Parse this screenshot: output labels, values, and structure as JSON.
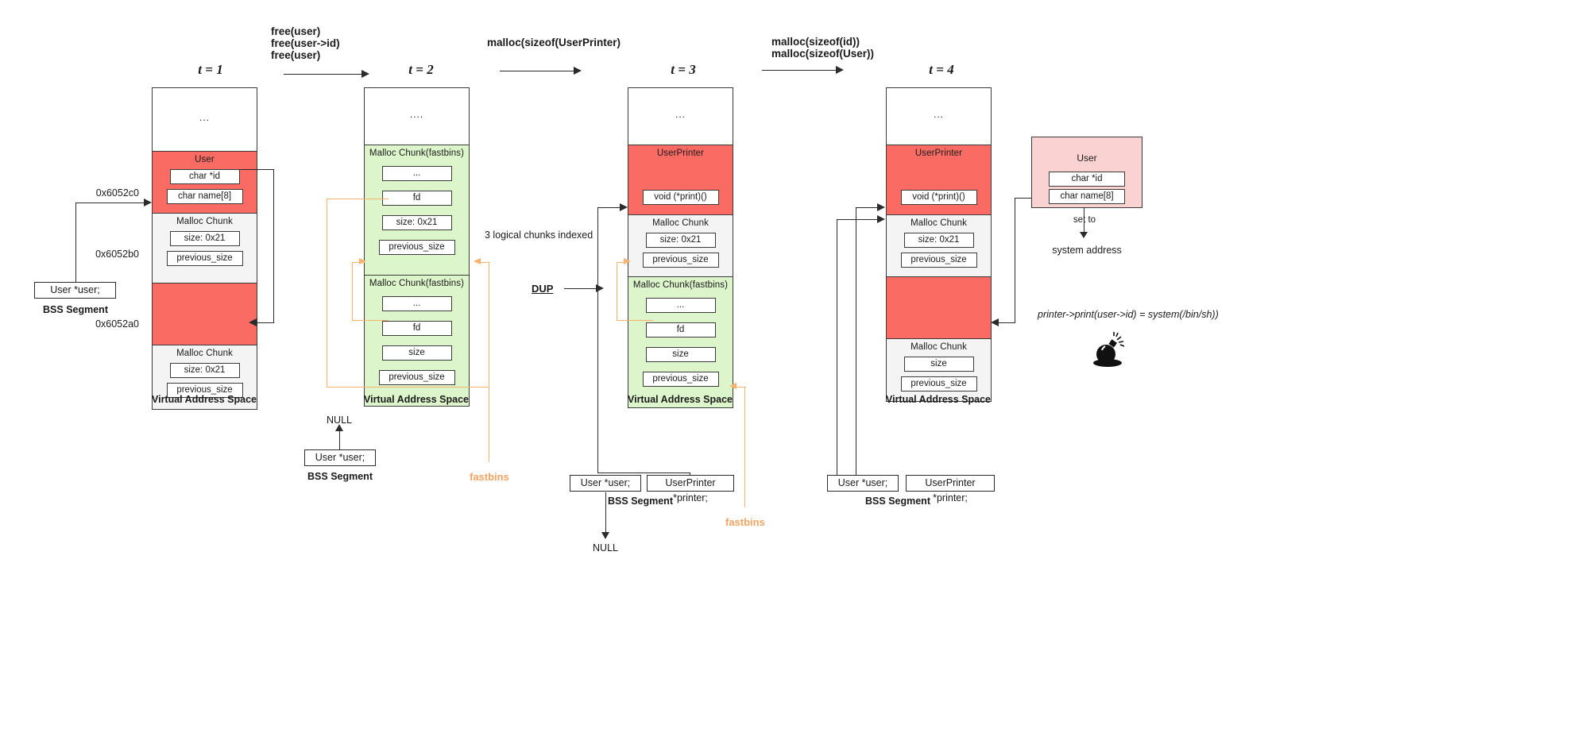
{
  "diagram": {
    "title_t1": "t = 1",
    "title_t2": "t = 2",
    "title_t3": "t = 3",
    "title_t4": "t = 4",
    "colors": {
      "allocated": "#fa6b64",
      "chunk_header": "#f4f4f4",
      "freed_fastbin": "#ddf5cb",
      "fastbins_accent": "#f7b26c",
      "user_highlight": "#fbd2d2"
    },
    "operations": [
      {
        "id": "op1",
        "lines": [
          "free(user)",
          "free(user->id)",
          "free(user)"
        ]
      },
      {
        "id": "op2",
        "lines": [
          "malloc(sizeof(UserPrinter)"
        ]
      },
      {
        "id": "op3",
        "lines": [
          "malloc(sizeof(id))",
          "malloc(sizeof(User))"
        ]
      }
    ],
    "vas_label": "Virtual Address Space",
    "bss_label": "BSS Segment",
    "fastbins_label": "fastbins",
    "null_label": "NULL",
    "dup_label": "DUP",
    "three_chunks_note": "3 logical chunks indexed",
    "set_to_label": "set to",
    "system_address_label": "system address",
    "exploit_expression": "printer->print(user->id) = system(/bin/sh))"
  },
  "t1": {
    "addresses": [
      "0x6052c0",
      "0x6052b0",
      "0x6052a0"
    ],
    "segments": [
      {
        "kind": "white",
        "cap": "",
        "fields": [],
        "dots": "..."
      },
      {
        "kind": "red",
        "cap": "User",
        "fields": [
          "char *id",
          "char name[8]"
        ]
      },
      {
        "kind": "grey",
        "cap": "Malloc Chunk",
        "fields": [
          "size: 0x21",
          "previous_size"
        ]
      },
      {
        "kind": "red",
        "cap": "",
        "fields": []
      },
      {
        "kind": "grey",
        "cap": "Malloc Chunk",
        "fields": [
          "size: 0x21",
          "previous_size"
        ]
      }
    ],
    "bss_vars": [
      "User *user;"
    ]
  },
  "t2": {
    "segments": [
      {
        "kind": "white",
        "cap": "",
        "fields": [],
        "dots": "...."
      },
      {
        "kind": "green",
        "cap": "Malloc Chunk(fastbins)",
        "fields": [
          "...",
          "fd",
          "size: 0x21",
          "previous_size"
        ]
      },
      {
        "kind": "green",
        "cap": "Malloc Chunk(fastbins)",
        "fields": [
          "...",
          "fd",
          "size",
          "previous_size"
        ]
      }
    ],
    "bss_vars": [
      "User *user;"
    ],
    "pointer_value": "NULL"
  },
  "t3": {
    "segments": [
      {
        "kind": "white",
        "cap": "",
        "fields": [],
        "dots": "..."
      },
      {
        "kind": "red",
        "cap": "UserPrinter",
        "fields": [
          "void (*print)()"
        ]
      },
      {
        "kind": "grey",
        "cap": "Malloc Chunk",
        "fields": [
          "size: 0x21",
          "previous_size"
        ]
      },
      {
        "kind": "green",
        "cap": "Malloc Chunk(fastbins)",
        "fields": [
          "...",
          "fd",
          "size",
          "previous_size"
        ]
      }
    ],
    "bss_vars": [
      "User *user;",
      "UserPrinter *printer;"
    ],
    "pointer_value": "NULL"
  },
  "t4": {
    "segments": [
      {
        "kind": "white",
        "cap": "",
        "fields": [],
        "dots": "..."
      },
      {
        "kind": "red",
        "cap": "UserPrinter",
        "fields": [
          "void (*print)()"
        ]
      },
      {
        "kind": "grey",
        "cap": "Malloc Chunk",
        "fields": [
          "size: 0x21",
          "previous_size"
        ]
      },
      {
        "kind": "red",
        "cap": "",
        "fields": []
      },
      {
        "kind": "grey",
        "cap": "Malloc Chunk",
        "fields": [
          "size",
          "previous_size"
        ]
      }
    ],
    "bss_vars": [
      "User *user;",
      "UserPrinter *printer;"
    ],
    "user_overlay": {
      "cap": "User",
      "fields": [
        "char *id",
        "char name[8]"
      ]
    }
  }
}
